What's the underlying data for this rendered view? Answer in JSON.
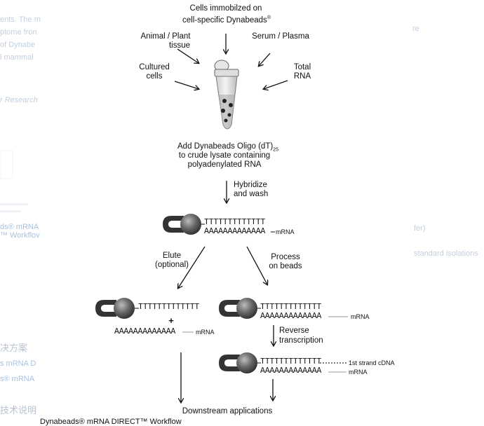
{
  "diagram": {
    "top_title_line1": "Cells immobilzed on",
    "top_title_line2": "cell-specific Dynabeads",
    "top_title_reg": "®",
    "sources": {
      "animal_plant_l1": "Animal / Plant",
      "animal_plant_l2": "tissue",
      "serum_plasma": "Serum / Plasma",
      "cultured_l1": "Cultured",
      "cultured_l2": "cells",
      "total_rna_l1": "Total",
      "total_rna_l2": "RNA"
    },
    "add_step_l1": "Add Dynabeads Oligo (dT)",
    "add_step_sub": "25",
    "add_step_l2": "to crude lysate containing",
    "add_step_l3": "polyadenylated RNA",
    "hybridize_l1": "Hybridize",
    "hybridize_l2": "and wash",
    "oligo_t": "TTTTTTTTTTTTT",
    "oligo_a": "AAAAAAAAAAAAA",
    "mrna": "mRNA",
    "elute_l1": "Elute",
    "elute_l2": "(optional)",
    "process_l1": "Process",
    "process_l2": "on beads",
    "plus": "+",
    "reverse_l1": "Reverse",
    "reverse_l2": "transcription",
    "first_strand": "1st strand cDNA",
    "downstream": "Downstream applications"
  },
  "caption": "Dynabeads® mRNA DIRECT™ Workflow",
  "background_fragments": {
    "frag_1": "ents. The m",
    "frag_2": "ptome fron",
    "frag_3": "of Dynabe",
    "frag_4": "l mammal",
    "frag_5": "r Research",
    "frag_6": "ds® mRNA",
    "frag_7": "™ Workflov",
    "frag_8": "fer)",
    "frag_9": "standard isolations",
    "frag_10": "决方案",
    "frag_11": "s mRNA D",
    "frag_12": "s® mRNA",
    "frag_13": "技术说明",
    "frag_14": "re"
  }
}
